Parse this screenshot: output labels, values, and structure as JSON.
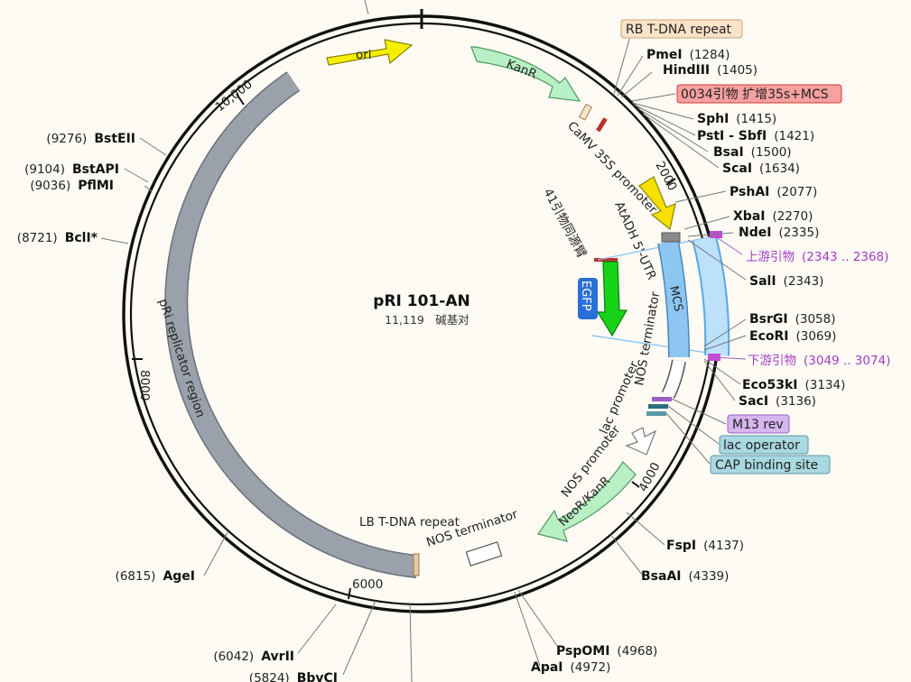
{
  "plasmid": {
    "name": "pRI 101-AN",
    "length": "11,119",
    "length_unit": "碱基对"
  },
  "ruler": [
    {
      "label": "10,000",
      "pos": 10000
    },
    {
      "label": "2000",
      "pos": 2000
    },
    {
      "label": "4000",
      "pos": 4000
    },
    {
      "label": "6000",
      "pos": 6000
    },
    {
      "label": "8000",
      "pos": 8000
    }
  ],
  "right_sites": [
    {
      "name": "PmeI",
      "pos": "(1284)"
    },
    {
      "name": "HindIII",
      "pos": "(1405)"
    },
    {
      "name": "SphI",
      "pos": "(1415)"
    },
    {
      "name": "PstI - SbfI",
      "pos": "(1421)"
    },
    {
      "name": "BsaI",
      "pos": "(1500)"
    },
    {
      "name": "ScaI",
      "pos": "(1634)"
    },
    {
      "name": "PshAI",
      "pos": "(2077)"
    },
    {
      "name": "XbaI",
      "pos": "(2270)"
    },
    {
      "name": "NdeI",
      "pos": "(2335)"
    },
    {
      "name": "SalI",
      "pos": "(2343)"
    },
    {
      "name": "BsrGI",
      "pos": "(3058)"
    },
    {
      "name": "EcoRI",
      "pos": "(3069)"
    },
    {
      "name": "Eco53kI",
      "pos": "(3134)"
    },
    {
      "name": "SacI",
      "pos": "(3136)"
    },
    {
      "name": "FspI",
      "pos": "(4137)"
    },
    {
      "name": "BsaAI",
      "pos": "(4339)"
    },
    {
      "name": "PspOMI",
      "pos": "(4968)"
    },
    {
      "name": "ApaI",
      "pos": "(4972)"
    }
  ],
  "left_sites": [
    {
      "name": "BstEII",
      "pos": "(9276)"
    },
    {
      "name": "BstAPI",
      "pos": "(9104)"
    },
    {
      "name": "PflMI",
      "pos": "(9036)"
    },
    {
      "name": "BclI*",
      "pos": "(8721)"
    },
    {
      "name": "AgeI",
      "pos": "(6815)"
    },
    {
      "name": "AvrII",
      "pos": "(6042)"
    },
    {
      "name": "BbvCI",
      "pos": "(5824)"
    }
  ],
  "primers": [
    {
      "label": "上游引物",
      "range": "(2343 .. 2368)",
      "color": "#a23cc8"
    },
    {
      "label": "下游引物",
      "range": "(3049 .. 3074)",
      "color": "#a23cc8"
    }
  ],
  "boxed_labels": [
    {
      "text": "RB T-DNA repeat",
      "fill": "#fbe3c8",
      "stroke": "#c9a47a"
    },
    {
      "text": "0034引物 扩增35s+MCS",
      "fill": "#f7a0a0",
      "stroke": "#d23c3c"
    },
    {
      "text": "M13 rev",
      "fill": "#d6b6ee",
      "stroke": "#9860c6"
    },
    {
      "text": "lac operator",
      "fill": "#a8d8e0",
      "stroke": "#5a9aa6"
    },
    {
      "text": "CAP binding site",
      "fill": "#a8d8e0",
      "stroke": "#5a9aa6"
    }
  ],
  "features": {
    "ori": "ori",
    "kanr": "KanR",
    "camv": "CaMV 35S promoter",
    "atadh": "AtADH 5'-UTR",
    "primer41": "41引物同源臂",
    "egfp": "EGFP",
    "mcs": "MCS",
    "nos_term_inner": "NOS terminator",
    "lac_promoter": "lac promoter",
    "nos_promoter": "NOS promoter",
    "neor": "NeoR/KanR",
    "lb_repeat": "LB T-DNA repeat",
    "nos_term_outer": "NOS terminator",
    "pri": "pRi replicator region"
  },
  "colors": {
    "ori": "#f5f000",
    "kanr": "#b8efc4",
    "egfp": "#18d418",
    "mcs": "#8ec6f2",
    "pri": "#9aa1ab",
    "camv_arrow": "#f5e000",
    "egfp_label_bg": "#2a6fd6"
  }
}
